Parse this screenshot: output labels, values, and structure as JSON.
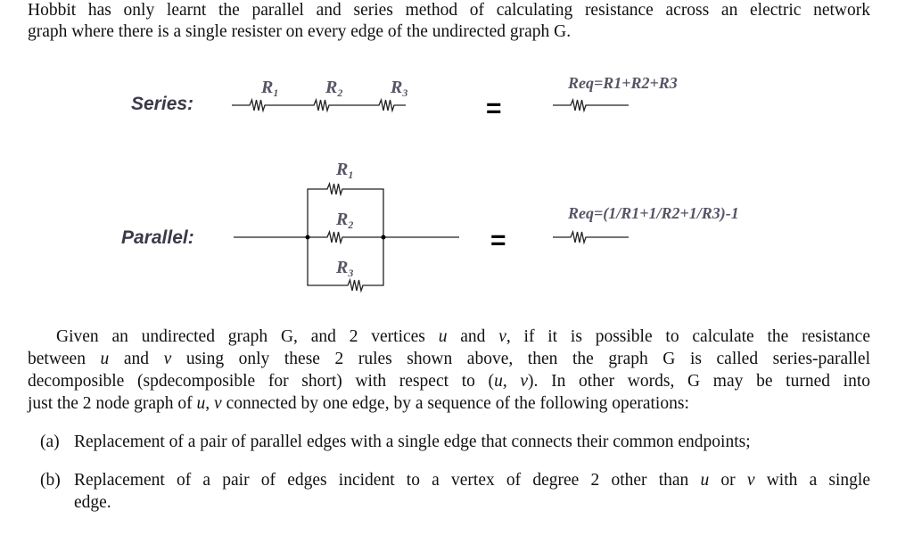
{
  "intro": {
    "line1": "Hobbit has only learnt the parallel and series method of calculating resistance across an electric network",
    "line2": "graph where there is a single resister on every edge of the undirected graph G."
  },
  "diagram": {
    "series_label": "Series:",
    "parallel_label": "Parallel:",
    "equals": "=",
    "r": "R",
    "sub1": "1",
    "sub2": "2",
    "sub3": "3",
    "series_formula": "Req=R1+R2+R3",
    "parallel_formula": "Req=(1/R1+1/R2+1/R3)-1"
  },
  "body": {
    "para": [
      [
        {
          "t": "Given an undirected graph G, and 2 vertices "
        },
        {
          "t": "u",
          "i": 1
        },
        {
          "t": " and "
        },
        {
          "t": "v",
          "i": 1
        },
        {
          "t": ", if it is possible to calculate the resistance"
        }
      ],
      [
        {
          "t": "between "
        },
        {
          "t": "u",
          "i": 1
        },
        {
          "t": " and "
        },
        {
          "t": "v",
          "i": 1
        },
        {
          "t": " using only these 2 rules shown above, then the graph G is called series-parallel"
        }
      ],
      [
        {
          "t": "decomposible (spdecomposible for short) with respect to ("
        },
        {
          "t": "u, v",
          "i": 1
        },
        {
          "t": "). In other words, G may be turned into"
        }
      ],
      [
        {
          "t": "just the 2 node graph of "
        },
        {
          "t": "u",
          "i": 1
        },
        {
          "t": ", "
        },
        {
          "t": "v",
          "i": 1
        },
        {
          "t": " connected by one edge, by a sequence of the following operations:"
        }
      ]
    ],
    "items": [
      {
        "marker": "(a)",
        "lines": [
          [
            {
              "t": "Replacement of a pair of parallel edges with a single edge that connects their common endpoints;"
            }
          ]
        ]
      },
      {
        "marker": "(b)",
        "lines": [
          [
            {
              "t": "Replacement of a pair of edges incident to a vertex of degree 2 other than "
            },
            {
              "t": "u",
              "i": 1
            },
            {
              "t": " or "
            },
            {
              "t": "v",
              "i": 1
            },
            {
              "t": " with a single"
            }
          ],
          [
            {
              "t": "edge."
            }
          ]
        ]
      }
    ]
  }
}
